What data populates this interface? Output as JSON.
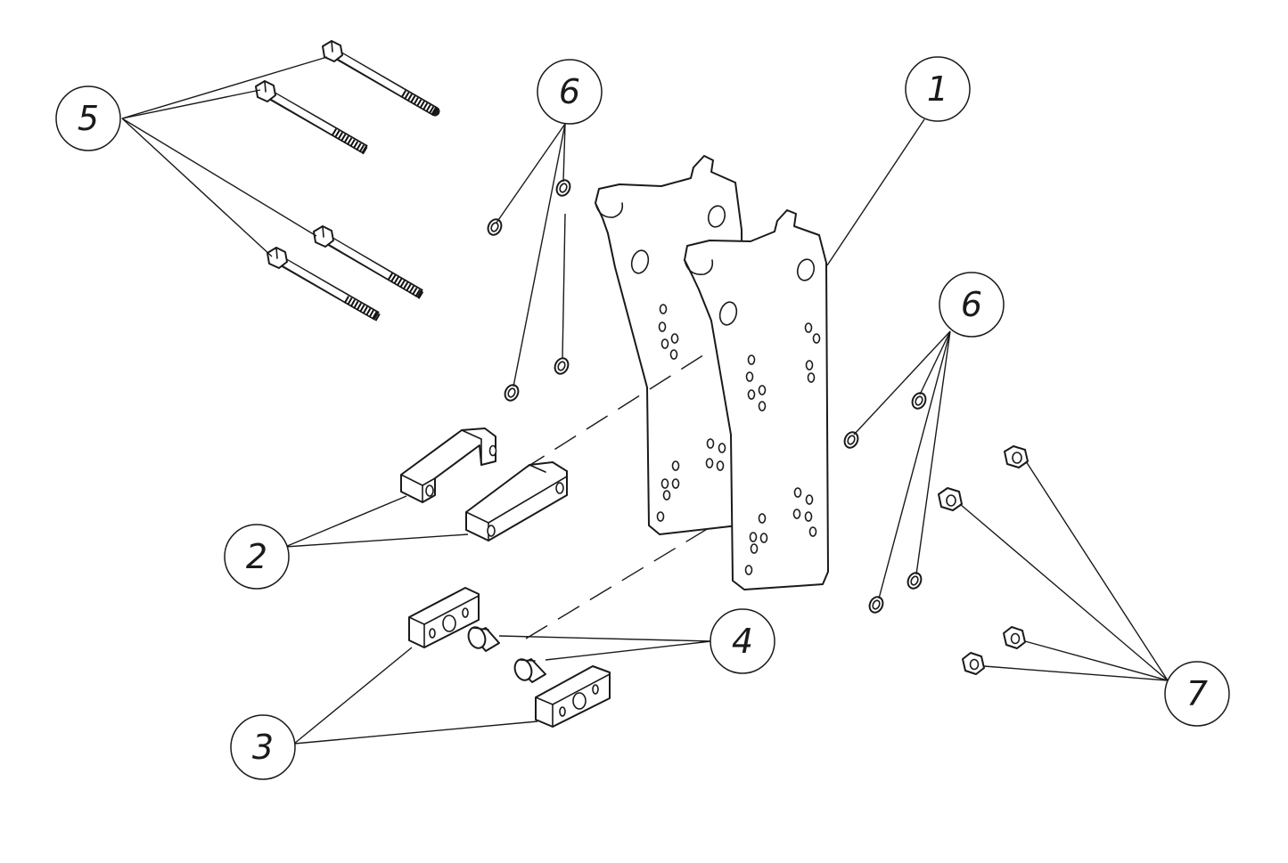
{
  "callouts": [
    {
      "id": "1",
      "label": "1"
    },
    {
      "id": "2",
      "label": "2"
    },
    {
      "id": "3",
      "label": "3"
    },
    {
      "id": "4",
      "label": "4"
    },
    {
      "id": "5",
      "label": "5"
    },
    {
      "id": "6a",
      "label": "6"
    },
    {
      "id": "6b",
      "label": "6"
    },
    {
      "id": "7",
      "label": "7"
    }
  ]
}
